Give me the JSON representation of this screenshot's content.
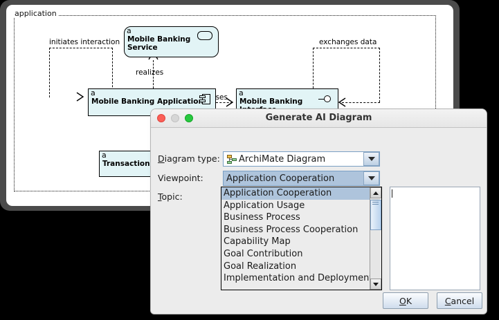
{
  "canvas": {
    "group": {
      "label": "application"
    },
    "elements": [
      {
        "type_letter": "a",
        "name": "Mobile Banking Service",
        "badge": "service-badge"
      },
      {
        "type_letter": "a",
        "name": "Mobile Banking Application",
        "badge": "component-badge"
      },
      {
        "type_letter": "a",
        "name": "Mobile Banking Interface",
        "badge": "interface-badge"
      },
      {
        "type_letter": "a",
        "name": "Transaction Data",
        "badge": "none"
      }
    ],
    "relationships": [
      {
        "label": "initiates interaction"
      },
      {
        "label": "realizes"
      },
      {
        "label": "exposes"
      },
      {
        "label": "exchanges data"
      }
    ]
  },
  "dialog": {
    "title": "Generate AI Diagram",
    "window_buttons": [
      "close-button",
      "minimize-button",
      "maximize-button"
    ],
    "fields": {
      "diagram_type": {
        "label_pre": "D",
        "label_post": "iagram type:",
        "value": "ArchiMate Diagram",
        "icon": "archimate-diagram-icon"
      },
      "viewpoint": {
        "label_pre": "",
        "label_post": "Viewpoint:",
        "value": "Application Cooperation"
      },
      "topic": {
        "label_pre": "T",
        "label_post": "opic:",
        "value": "",
        "placeholder": ""
      }
    },
    "viewpoint_options": [
      "Application Cooperation",
      "Application Usage",
      "Business Process",
      "Business Process Cooperation",
      "Capability Map",
      "Goal Contribution",
      "Goal Realization",
      "Implementation and Deployment"
    ],
    "selected_option_index": 0,
    "buttons": {
      "ok": {
        "pre": "O",
        "post": "K",
        "mnemonic": "O"
      },
      "cancel": {
        "pre": "C",
        "post": "ancel",
        "mnemonic": "C"
      }
    }
  },
  "colors": {
    "element_fill": "#e2f4f6",
    "selection": "#aec4dc",
    "dialog_bg": "#ececec",
    "canvas_frame": "#4b4b4b",
    "page_bg": "#000000"
  }
}
